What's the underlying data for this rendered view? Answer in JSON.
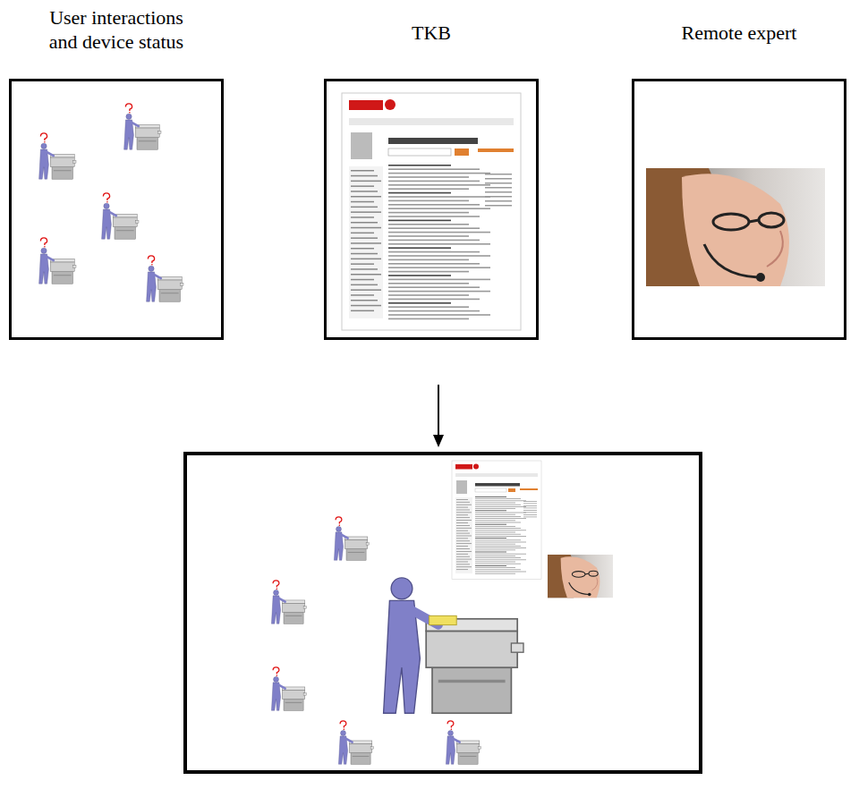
{
  "diagram": {
    "nodes": [
      {
        "text": [
          "User interactions and device status"
        ]
      },
      {
        "text": [
          "TKB"
        ]
      },
      {
        "text": [
          "Remote expert"
        ]
      }
    ]
  }
}
